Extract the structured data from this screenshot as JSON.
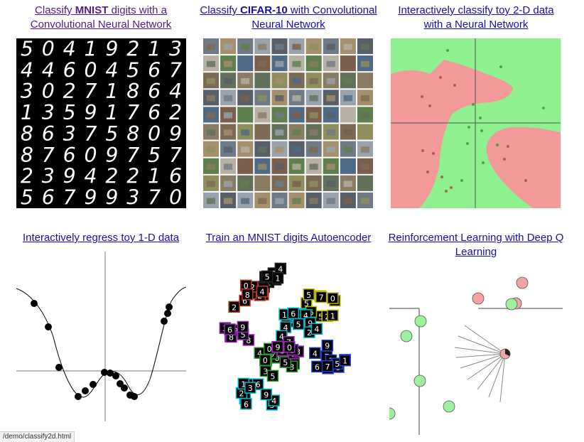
{
  "demos": [
    {
      "id": "mnist",
      "title_pre": "Classify ",
      "title_bold": "MNIST",
      "title_post": " digits with a Convolutional Neural Network"
    },
    {
      "id": "cifar",
      "title_pre": "Classify ",
      "title_bold": "CIFAR-10",
      "title_post": " with Convolutional Neural Network"
    },
    {
      "id": "classify2d",
      "title_pre": "Interactively classify toy 2-D data with a Neural Network",
      "title_bold": "",
      "title_post": ""
    },
    {
      "id": "regression",
      "title_pre": "Interactively regress toy 1-D data",
      "title_bold": "",
      "title_post": ""
    },
    {
      "id": "autoencoder",
      "title_pre": "Train an MNIST digits Autoencoder",
      "title_bold": "",
      "title_post": ""
    },
    {
      "id": "rldemo",
      "title_pre": "Reinforcement Learning with Deep Q Learning",
      "title_bold": "",
      "title_post": ""
    }
  ],
  "mnist_digits": [
    "50419213",
    "44604567",
    "30271864",
    "13591762",
    "86375809",
    "87609757",
    "23942216",
    "56799370"
  ],
  "status_bar": "/demo/classify2d.html",
  "colors": {
    "link": "#1a0dab",
    "visited": "#551a8b",
    "class_green": "#8ef08e",
    "class_red": "#f29a9a"
  }
}
